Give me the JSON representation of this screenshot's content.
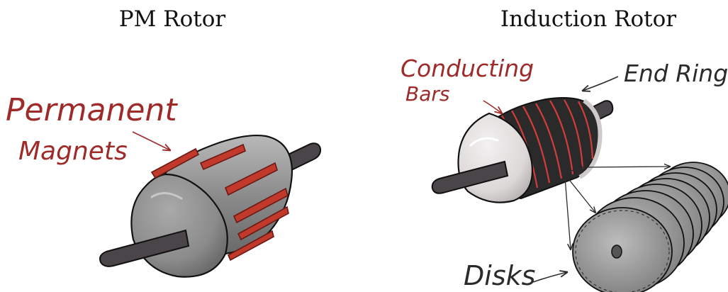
{
  "titles": {
    "pm_rotor": "PM Rotor",
    "induction_rotor": "Induction Rotor"
  },
  "labels": {
    "permanent": "Permanent",
    "magnets": "Magnets",
    "conducting": "Conducting",
    "bars": "Bars",
    "end_rings": "End Rings",
    "disks": "Disks"
  },
  "colors": {
    "annotation_red": "#9e2a2a",
    "annotation_dark": "#2b2b2b",
    "magnet_red": "#c0392b",
    "steel_grey": "#7d7d7d",
    "shaft_dark": "#4a4548"
  }
}
